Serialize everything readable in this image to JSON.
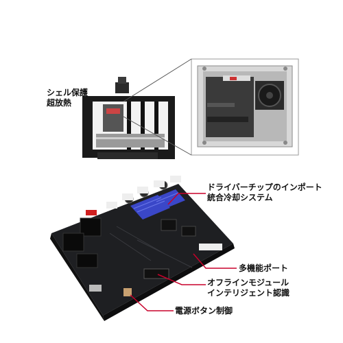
{
  "annotations": {
    "shell": [
      "シェル保護",
      "超放熱"
    ],
    "driver_chip": [
      "ドライバーチップのインポート",
      "統合冷却システム"
    ],
    "multi_port": "多機能ポート",
    "offline_module": [
      "オフラインモジュール",
      "インテリジェント認識"
    ],
    "power_button": "電源ボタン制御"
  },
  "colors": {
    "label_text": "#111111",
    "pointer_line": "#c8002a",
    "board": "#1e1f22",
    "heatsink": "#3a47c8"
  }
}
